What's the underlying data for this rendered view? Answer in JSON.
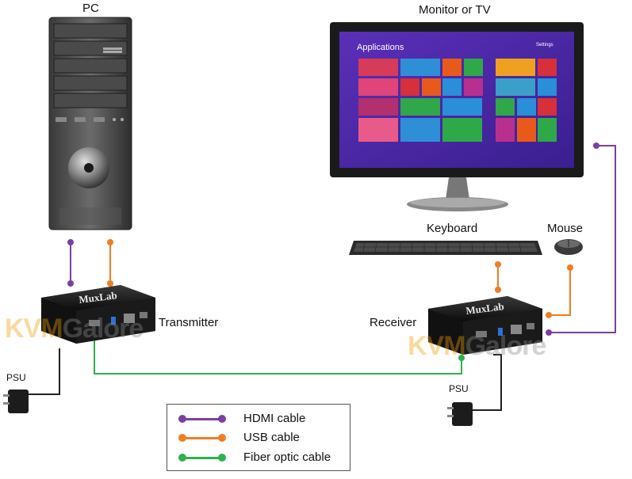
{
  "labels": {
    "pc": "PC",
    "monitor": "Monitor or TV",
    "keyboard": "Keyboard",
    "mouse": "Mouse",
    "transmitter": "Transmitter",
    "receiver": "Receiver",
    "psu_left": "PSU",
    "psu_right": "PSU"
  },
  "screen": {
    "title": "Applications",
    "settings": "Settings"
  },
  "device": {
    "brand": "MuxLab"
  },
  "watermark": {
    "part1": "KVM",
    "part2": "Galore"
  },
  "legend": [
    {
      "label": "HDMI cable",
      "color": "#7b3fa0"
    },
    {
      "label": "USB cable",
      "color": "#ef7d22"
    },
    {
      "label": "Fiber optic cable",
      "color": "#2db24c"
    }
  ],
  "colors": {
    "hdmi": "#7b3fa0",
    "usb": "#ef7d22",
    "fiber": "#2db24c"
  }
}
